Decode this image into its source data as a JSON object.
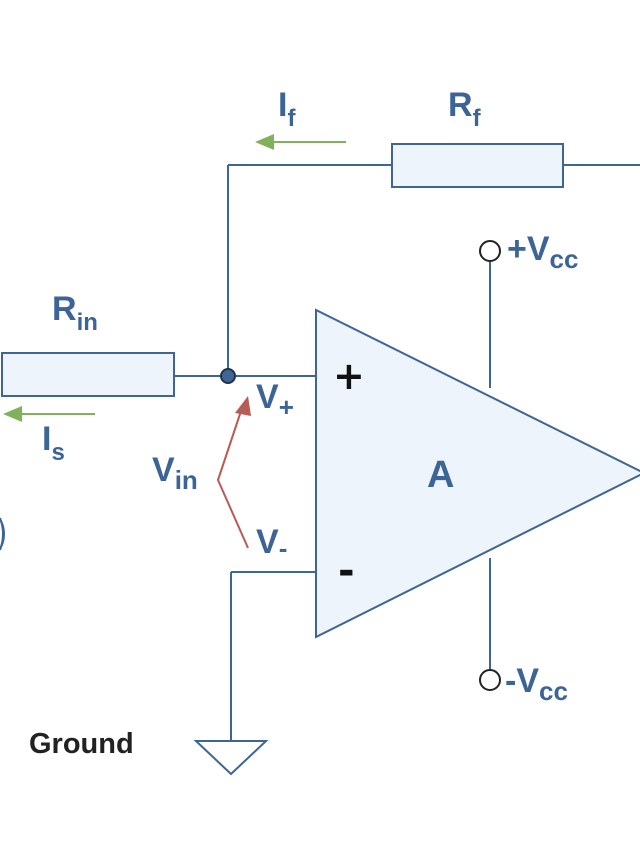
{
  "diagram": {
    "feedback_current": {
      "main": "I",
      "sub": "f"
    },
    "feedback_resistor": {
      "main": "R",
      "sub": "f"
    },
    "input_resistor": {
      "main": "R",
      "sub": "in"
    },
    "source_current": {
      "main": "I",
      "sub": "s"
    },
    "positive_supply": {
      "main": "+V",
      "sub": "cc"
    },
    "negative_supply": {
      "main": "-V",
      "sub": "cc"
    },
    "non_inverting_node": {
      "main": "V",
      "sub": "+"
    },
    "inverting_node": {
      "main": "V",
      "sub": "-"
    },
    "input_voltage": {
      "main": "V",
      "sub": "in"
    },
    "plus_sign": "+",
    "minus_sign": "-",
    "amplifier_label": "A",
    "ground_label": "Ground"
  },
  "colors": {
    "wire": "#3f6594",
    "label": "#3c6496",
    "component_fill": "#eef4fb",
    "current_arrow": "#7fb25a",
    "voltage_arrow": "#b85a55",
    "text_dark": "#222222"
  }
}
